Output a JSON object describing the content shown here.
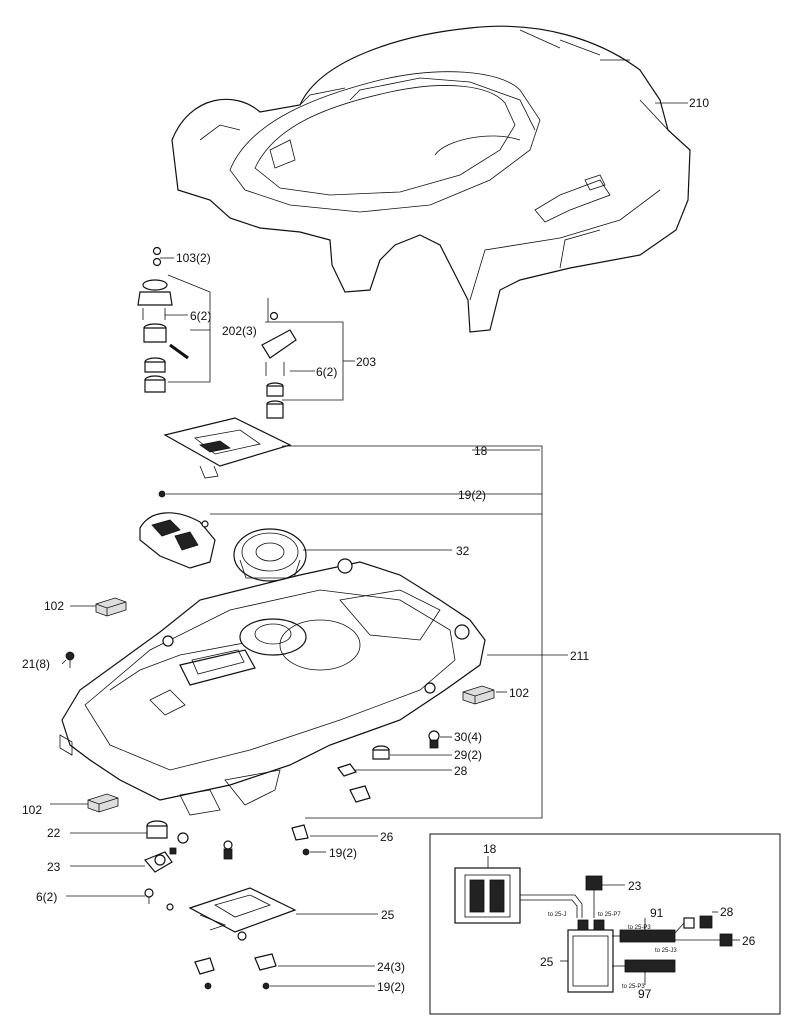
{
  "diagram": {
    "callouts": [
      {
        "id": "c210",
        "text": "210"
      },
      {
        "id": "c103",
        "text": "103(2)"
      },
      {
        "id": "c6a",
        "text": "6(2)"
      },
      {
        "id": "c202",
        "text": "202(3)"
      },
      {
        "id": "c203",
        "text": "203"
      },
      {
        "id": "c6b",
        "text": "6(2)"
      },
      {
        "id": "c18",
        "text": "18"
      },
      {
        "id": "c19a",
        "text": "19(2)"
      },
      {
        "id": "c32",
        "text": "32"
      },
      {
        "id": "c102a",
        "text": "102"
      },
      {
        "id": "c211",
        "text": "211"
      },
      {
        "id": "c21",
        "text": "21(8)"
      },
      {
        "id": "c102b",
        "text": "102"
      },
      {
        "id": "c30",
        "text": "30(4)"
      },
      {
        "id": "c29",
        "text": "29(2)"
      },
      {
        "id": "c28",
        "text": "28"
      },
      {
        "id": "c102c",
        "text": "102"
      },
      {
        "id": "c26",
        "text": "26"
      },
      {
        "id": "c22",
        "text": "22"
      },
      {
        "id": "c19b",
        "text": "19(2)"
      },
      {
        "id": "c23",
        "text": "23"
      },
      {
        "id": "c6c",
        "text": "6(2)"
      },
      {
        "id": "c25",
        "text": "25"
      },
      {
        "id": "c24",
        "text": "24(3)"
      },
      {
        "id": "c19c",
        "text": "19(2)"
      }
    ],
    "inset": {
      "callouts": [
        {
          "id": "i18",
          "text": "18"
        },
        {
          "id": "i23",
          "text": "23"
        },
        {
          "id": "i91",
          "text": "91"
        },
        {
          "id": "i28",
          "text": "28"
        },
        {
          "id": "i26",
          "text": "26"
        },
        {
          "id": "i25",
          "text": "25"
        },
        {
          "id": "i97",
          "text": "97"
        }
      ],
      "wire_labels": [
        {
          "id": "w1",
          "text": "to 25-J"
        },
        {
          "id": "w2",
          "text": "to 25-P7"
        },
        {
          "id": "w3",
          "text": "to 25-P3"
        },
        {
          "id": "w4",
          "text": "to 25-J3"
        },
        {
          "id": "w5",
          "text": "to 25-P3"
        }
      ]
    }
  }
}
